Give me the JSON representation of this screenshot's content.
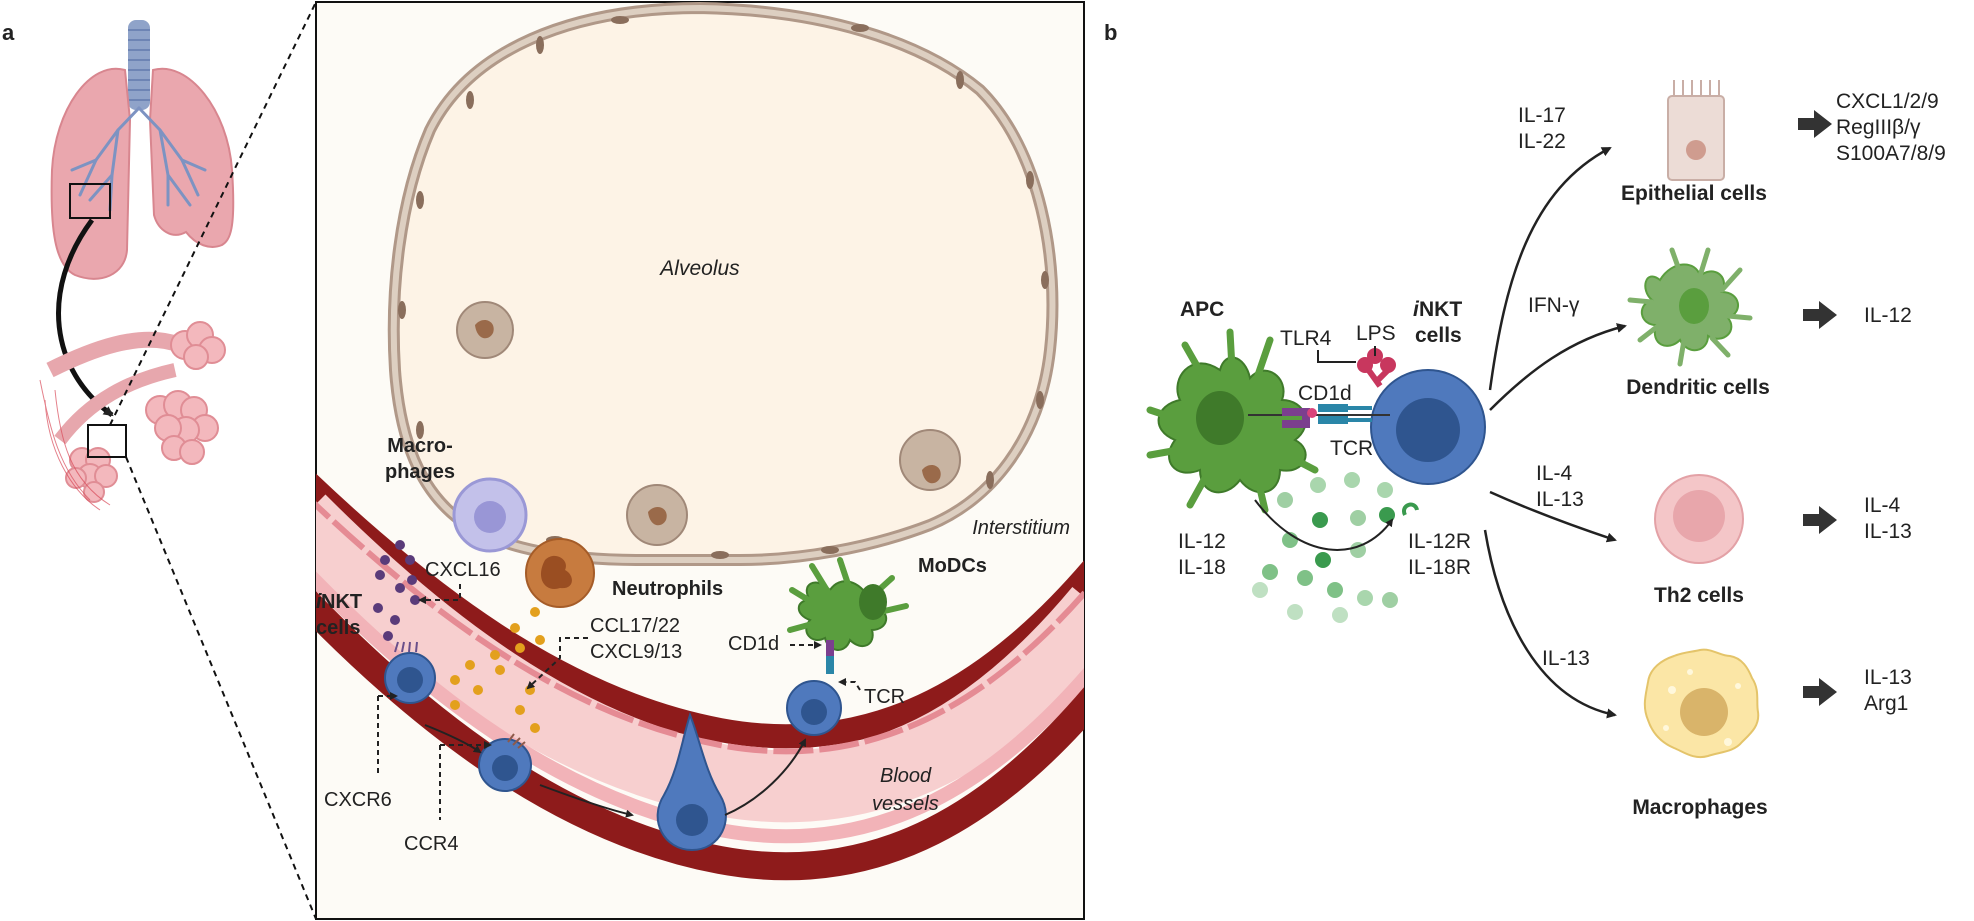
{
  "panel_a": {
    "letter": "a",
    "alveolus_label": "Alveolus",
    "interstitium_label": "Interstitium",
    "blood_vessels_label": [
      "Blood",
      "vessels"
    ],
    "macrophages_label": [
      "Macro-",
      "phages"
    ],
    "neutrophils_label": "Neutrophils",
    "modcs_label": "MoDCs",
    "inkt_label": [
      "i",
      "NKT",
      "cells"
    ],
    "cxcl16_label": "CXCL16",
    "ccl_label": [
      "CCL17/22",
      "CXCL9/13"
    ],
    "cd1d_label": "CD1d",
    "tcr_label": "TCR",
    "cxcr6_label": "CXCR6",
    "ccr4_label": "CCR4"
  },
  "panel_b": {
    "letter": "b",
    "apc_label": "APC",
    "inkt_label": [
      "i",
      "NKT",
      "cells"
    ],
    "tlr4_label": "TLR4",
    "lps_label": "LPS",
    "cd1d_label": "CD1d",
    "tcr_label": "TCR",
    "il12_il18": [
      "IL-12",
      "IL-18"
    ],
    "il12r_il18r": [
      "IL-12R",
      "IL-18R"
    ],
    "targets": [
      {
        "signals": [
          "IL-17",
          "IL-22"
        ],
        "cell": "Epithelial cells",
        "outputs": [
          "CXCL1/2/9",
          "RegIIIβ/γ",
          "S100A7/8/9"
        ]
      },
      {
        "signals": [
          "IFN-γ"
        ],
        "cell": "Dendritic cells",
        "outputs": [
          "IL-12"
        ]
      },
      {
        "signals": [
          "IL-4",
          "IL-13"
        ],
        "cell": "Th2 cells",
        "outputs": [
          "IL-4",
          "IL-13"
        ]
      },
      {
        "signals": [
          "IL-13"
        ],
        "cell": "Macrophages",
        "outputs": [
          "IL-13",
          "Arg1"
        ]
      }
    ]
  },
  "colors": {
    "inkt_blue": "#4f79bd",
    "dc_green": "#5a9e3e",
    "vessel_red": "#8e1b1b",
    "alveolus_fill": "#fdf3e6",
    "lung_pink": "#eaa7ae"
  }
}
